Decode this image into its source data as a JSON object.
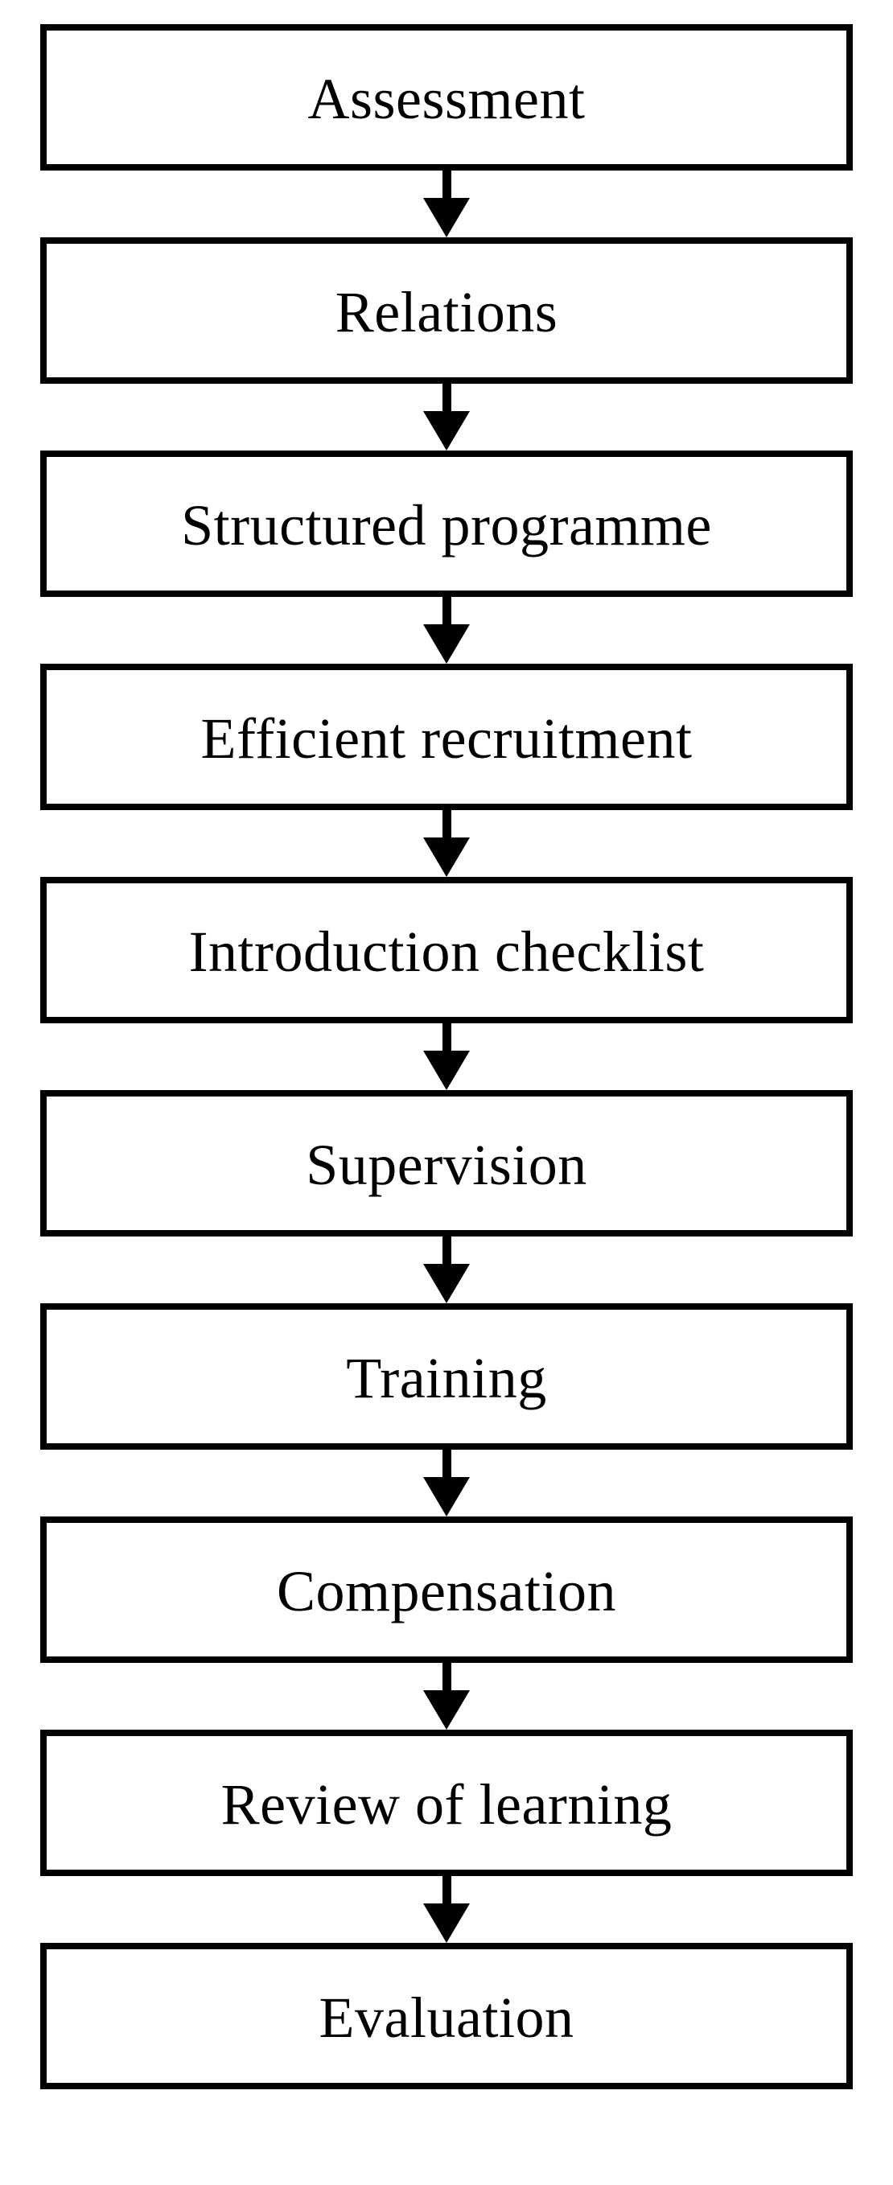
{
  "diagram": {
    "type": "flowchart",
    "orientation": "vertical-top-to-bottom",
    "shape": "rectangle",
    "connector_style": "solid-arrow-down",
    "colors": {
      "background": "#ffffff",
      "box_fill": "#ffffff",
      "box_border": "#000000",
      "text": "#000000",
      "arrow": "#000000"
    },
    "nodes": [
      {
        "id": "assessment",
        "label": "Assessment"
      },
      {
        "id": "relations",
        "label": "Relations"
      },
      {
        "id": "structured-programme",
        "label": "Structured programme"
      },
      {
        "id": "efficient-recruitment",
        "label": "Efficient recruitment"
      },
      {
        "id": "introduction-checklist",
        "label": "Introduction checklist"
      },
      {
        "id": "supervision",
        "label": "Supervision"
      },
      {
        "id": "training",
        "label": "Training"
      },
      {
        "id": "compensation",
        "label": "Compensation"
      },
      {
        "id": "review-of-learning",
        "label": "Review of learning"
      },
      {
        "id": "evaluation",
        "label": "Evaluation"
      }
    ],
    "edges": [
      {
        "from": "assessment",
        "to": "relations",
        "arrow": "down-arrow-icon"
      },
      {
        "from": "relations",
        "to": "structured-programme",
        "arrow": "down-arrow-icon"
      },
      {
        "from": "structured-programme",
        "to": "efficient-recruitment",
        "arrow": "down-arrow-icon"
      },
      {
        "from": "efficient-recruitment",
        "to": "introduction-checklist",
        "arrow": "down-arrow-icon"
      },
      {
        "from": "introduction-checklist",
        "to": "supervision",
        "arrow": "down-arrow-icon"
      },
      {
        "from": "supervision",
        "to": "training",
        "arrow": "down-arrow-icon"
      },
      {
        "from": "training",
        "to": "compensation",
        "arrow": "down-arrow-icon"
      },
      {
        "from": "compensation",
        "to": "review-of-learning",
        "arrow": "down-arrow-icon"
      },
      {
        "from": "review-of-learning",
        "to": "evaluation",
        "arrow": "down-arrow-icon"
      }
    ]
  }
}
